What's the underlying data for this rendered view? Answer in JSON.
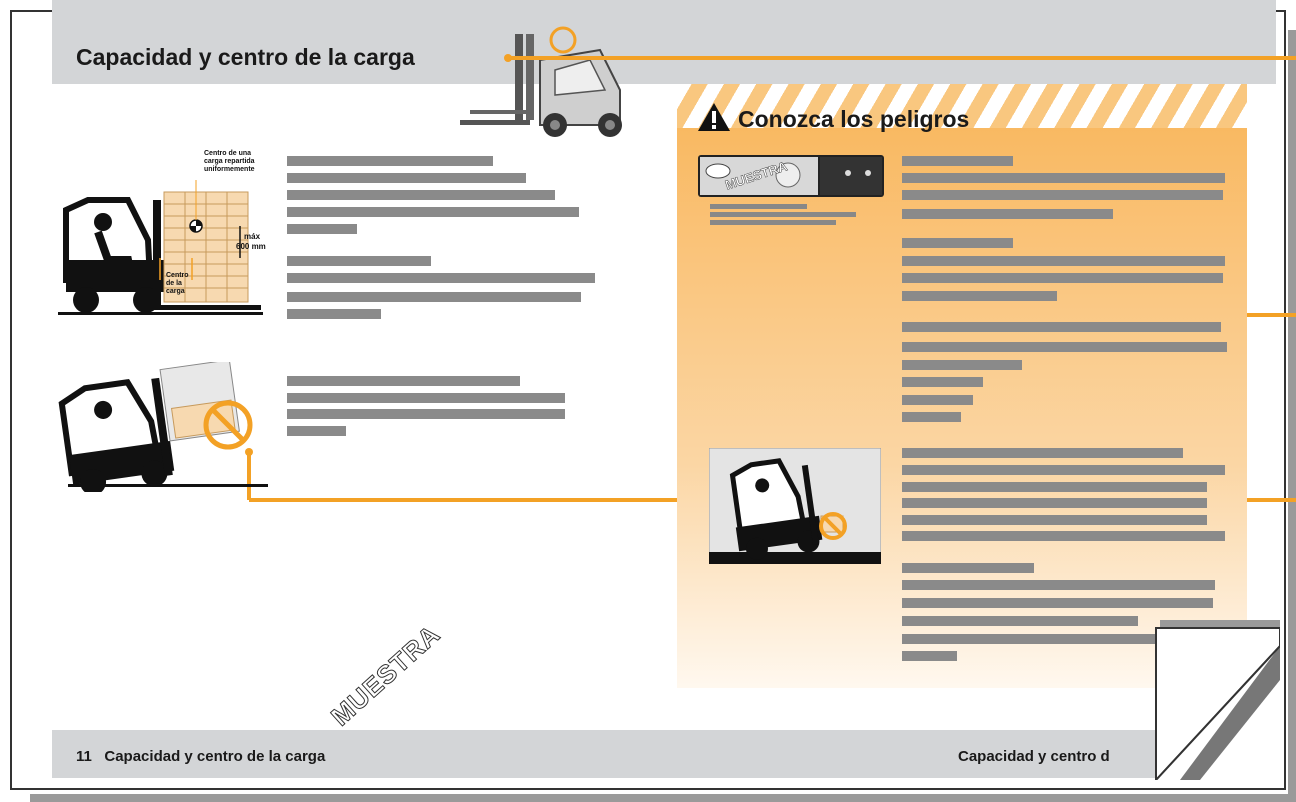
{
  "header": {
    "title": "Capacidad y centro de la carga"
  },
  "diagram1": {
    "label_center_load": "Centro de una\ncarga repartida\nuniformemente",
    "label_max": "máx",
    "label_dist": "600 mm",
    "label_center": "Centro\nde la\ncarga"
  },
  "panel": {
    "title": "Conozca los peligros"
  },
  "sticker": {
    "watermark": "MUESTRA"
  },
  "watermark": "MUESTRA",
  "footer": {
    "left_page_number": "11",
    "left_title": "Capacidad y centro de la carga",
    "right_title": "Capacidad y centro d"
  },
  "colors": {
    "accent": "#f3a125",
    "header_gray": "#d3d5d7",
    "placeholder_bar": "#8a8a8a"
  }
}
